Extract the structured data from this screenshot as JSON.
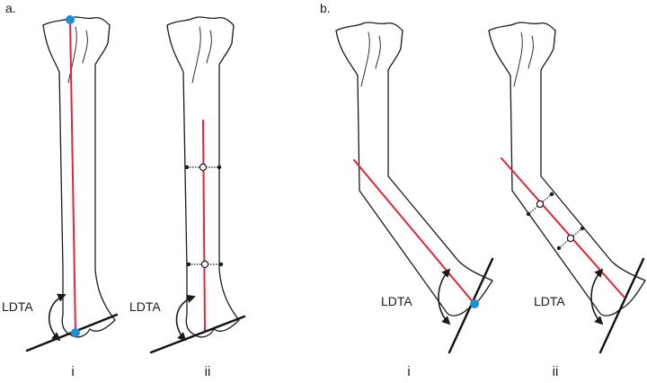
{
  "panels": [
    {
      "letter": "a.",
      "sub": [
        "i",
        "ii"
      ]
    },
    {
      "letter": "b.",
      "sub": [
        "i",
        "ii"
      ]
    }
  ],
  "angle_label": "LDTA",
  "colors": {
    "axis": "#e0243a",
    "landmark": "#1f8fd0",
    "outline": "#1a1a1a"
  }
}
